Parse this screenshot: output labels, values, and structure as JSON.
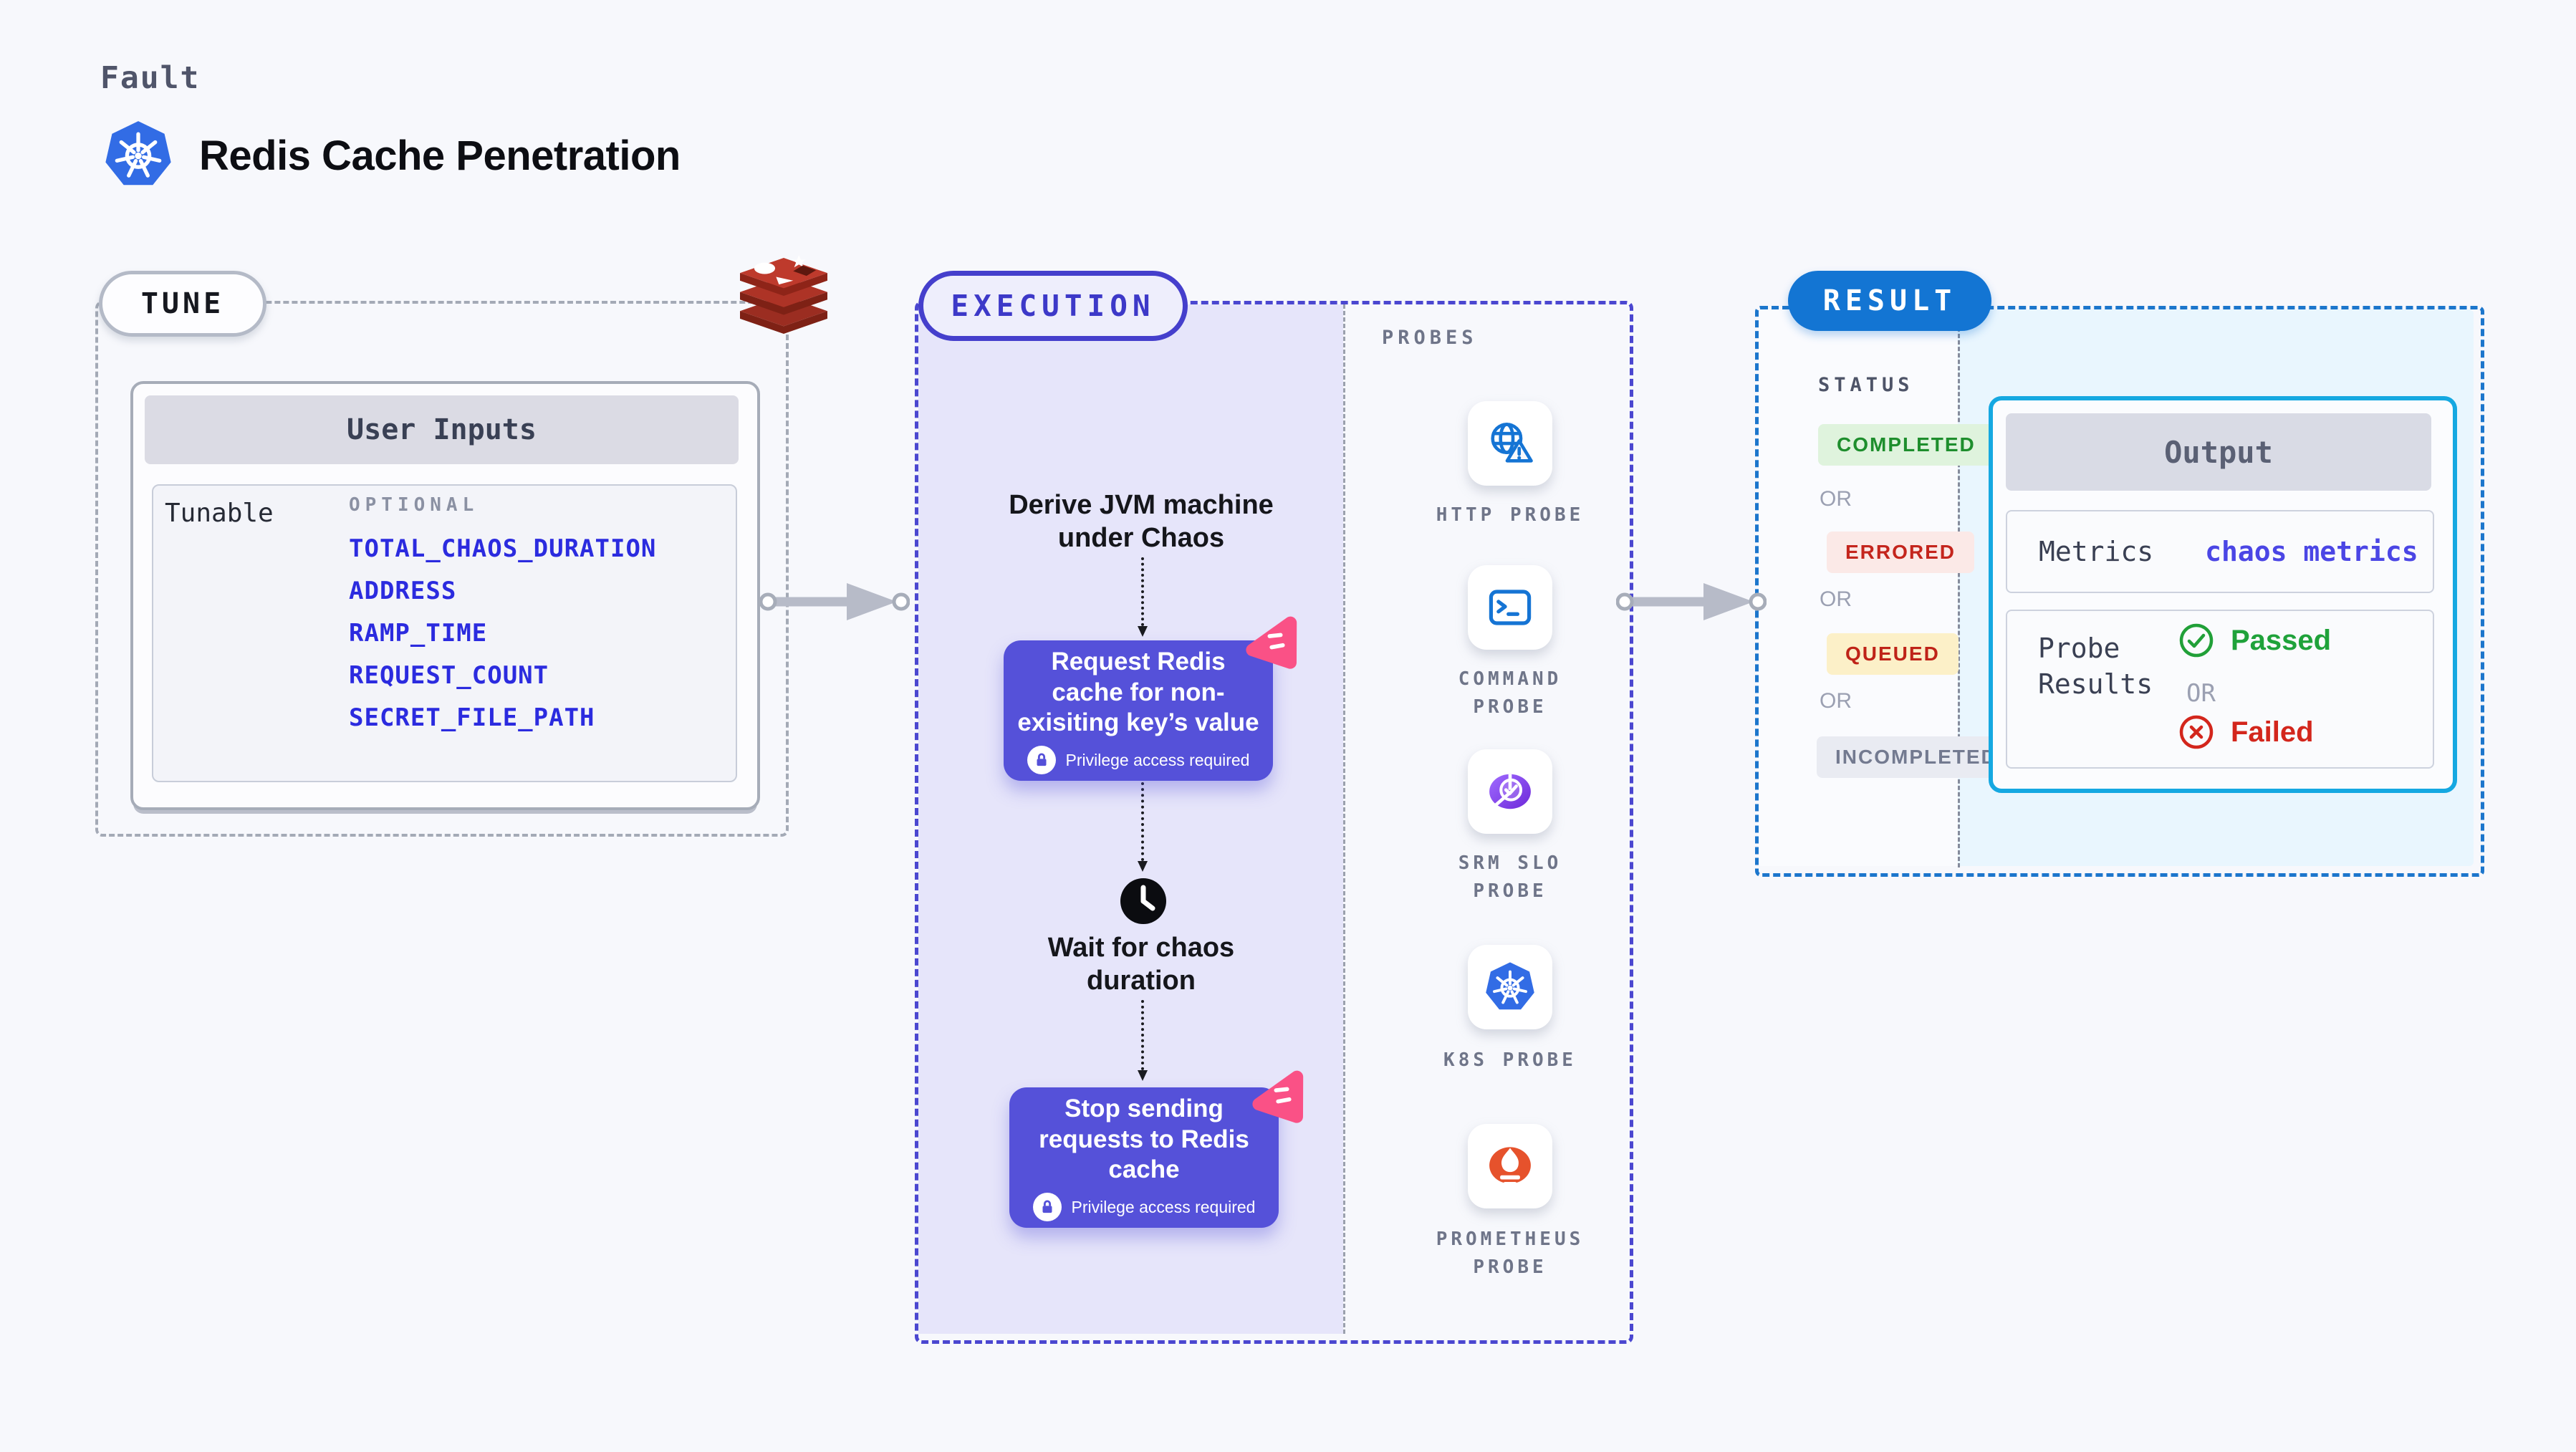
{
  "header": {
    "kicker": "Fault",
    "title": "Redis Cache Penetration",
    "icon": "kubernetes-logo"
  },
  "tune": {
    "pill": "TUNE",
    "icon": "redis-logo",
    "user_inputs_header": "User Inputs",
    "tunable_label": "Tunable",
    "optional_label": "OPTIONAL",
    "params": [
      "TOTAL_CHAOS_DURATION",
      "ADDRESS",
      "RAMP_TIME",
      "REQUEST_COUNT",
      "SECRET_FILE_PATH"
    ]
  },
  "execution": {
    "pill": "EXECUTION",
    "derive_lines": [
      "Derive JVM machine",
      "under Chaos"
    ],
    "request_lines": [
      "Request Redis",
      "cache for non-",
      "exisiting key’s value"
    ],
    "privilege_note": "Privilege access required",
    "wait_lines": [
      "Wait for chaos",
      "duration"
    ],
    "stop_lines": [
      "Stop sending",
      "requests to Redis",
      "cache"
    ]
  },
  "probes": {
    "section_label": "PROBES",
    "items": [
      {
        "icon": "globe-alert-icon",
        "line1": "HTTP PROBE",
        "line2": ""
      },
      {
        "icon": "terminal-icon",
        "line1": "COMMAND",
        "line2": "PROBE"
      },
      {
        "icon": "gauge-check-icon",
        "line1": "SRM SLO",
        "line2": "PROBE"
      },
      {
        "icon": "kubernetes-icon",
        "line1": "K8S PROBE",
        "line2": ""
      },
      {
        "icon": "prometheus-icon",
        "line1": "PROMETHEUS",
        "line2": "PROBE"
      }
    ]
  },
  "result": {
    "pill": "RESULT",
    "status_label": "STATUS",
    "or_label": "OR",
    "statuses": [
      {
        "label": "COMPLETED",
        "fg": "#1E8E2D",
        "bg": "#DFF3DD"
      },
      {
        "label": "ERRORED",
        "fg": "#C4251D",
        "bg": "#FBE9E7"
      },
      {
        "label": "QUEUED",
        "fg": "#BF2318",
        "bg": "#FCF0C8"
      },
      {
        "label": "INCOMPLETED",
        "fg": "#737A90",
        "bg": "#E9EBF2"
      }
    ],
    "output": {
      "header": "Output",
      "metrics_label": "Metrics",
      "metrics_value": "chaos metrics",
      "probe_results_lines": [
        "Probe",
        "Results"
      ],
      "passed": "Passed",
      "failed": "Failed"
    }
  },
  "colors": {
    "page_bg": "#F7F8FC",
    "execution_bg": "#E6E5FA",
    "execution_accent": "#453FCC",
    "chaos_step_bg": "#5551D9",
    "result_accent": "#1375D3",
    "result_panel_bg": "#E9F6FE",
    "output_border": "#15A8E1",
    "param_link": "#2B2BDF",
    "passed_green": "#1FA23A",
    "failed_red": "#D3261C",
    "pink_badge": "#FA5186",
    "kubernetes_blue": "#326CE5",
    "redis_red": "#B7332A",
    "prometheus_orange": "#E6522C"
  }
}
